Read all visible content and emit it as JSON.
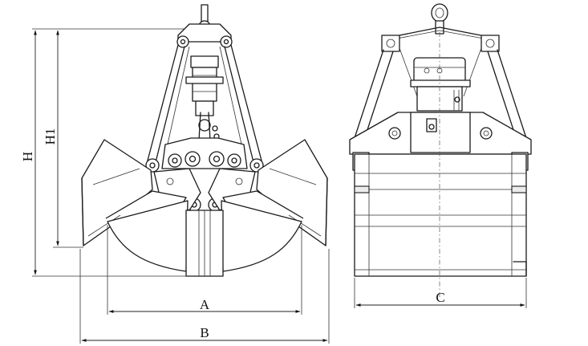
{
  "dimensions": {
    "h_total": "H",
    "h1": "H1",
    "width_a": "A",
    "width_b": "B",
    "width_c": "C"
  },
  "colors": {
    "line": "#1a1a1a",
    "background": "#ffffff"
  }
}
